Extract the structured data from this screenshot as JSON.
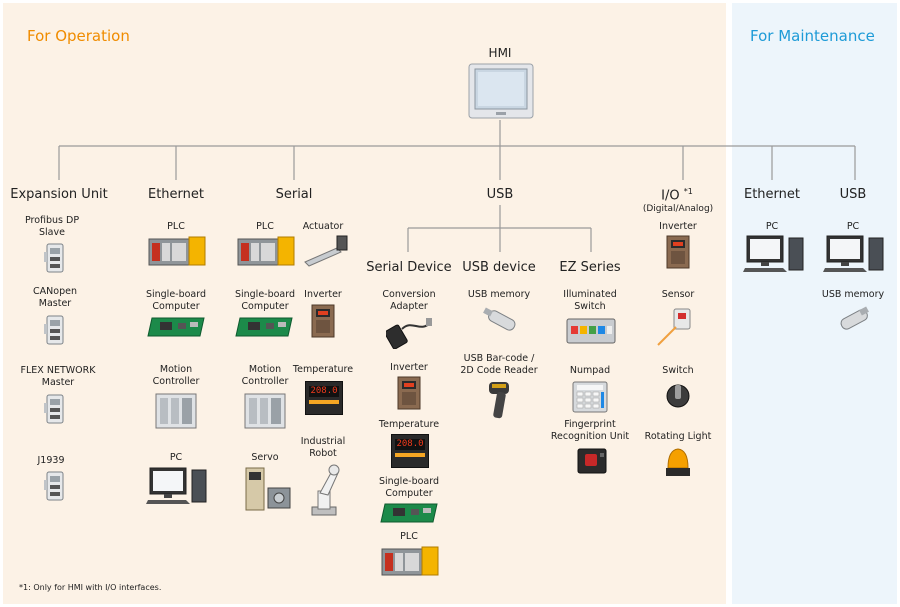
{
  "sections": {
    "operation": "For Operation",
    "maintenance": "For Maintenance"
  },
  "root": "HMI",
  "branches": {
    "expansion": "Expansion Unit",
    "ethernet": "Ethernet",
    "serial": "Serial",
    "usb": "USB",
    "io": "I/O",
    "io_mark": "*1",
    "io_sub": "(Digital/Analog)",
    "m_ethernet": "Ethernet",
    "m_usb": "USB"
  },
  "usb_sub": {
    "serial_device": "Serial Device",
    "usb_device": "USB device",
    "ez_series": "EZ Series"
  },
  "devices": {
    "profibus": [
      "Profibus DP",
      "Slave"
    ],
    "canopen": [
      "CANopen",
      "Master"
    ],
    "flex": [
      "FLEX NETWORK",
      "Master"
    ],
    "j1939": "J1939",
    "eth_plc": "PLC",
    "eth_sbc": [
      "Single-board",
      "Computer"
    ],
    "eth_motion": [
      "Motion",
      "Controller"
    ],
    "eth_pc": "PC",
    "ser_plc": "PLC",
    "ser_actuator": "Actuator",
    "ser_sbc": [
      "Single-board",
      "Computer"
    ],
    "ser_inverter": "Inverter",
    "ser_motion": [
      "Motion",
      "Controller"
    ],
    "ser_temp": "Temperature",
    "ser_servo": "Servo",
    "ser_robot": [
      "Industrial",
      "Robot"
    ],
    "sd_conv": [
      "Conversion",
      "Adapter"
    ],
    "sd_inverter": "Inverter",
    "sd_temp": "Temperature",
    "sd_sbc": [
      "Single-board",
      "Computer"
    ],
    "sd_plc": "PLC",
    "ud_mem": "USB memory",
    "ud_bar": [
      "USB Bar-code /",
      "2D Code Reader"
    ],
    "ez_switch": [
      "Illuminated",
      "Switch"
    ],
    "ez_numpad": "Numpad",
    "ez_finger": [
      "Fingerprint",
      "Recognition Unit"
    ],
    "io_inverter": "Inverter",
    "io_sensor": "Sensor",
    "io_switch": "Switch",
    "io_light": "Rotating Light",
    "m_eth_pc": "PC",
    "m_usb_pc": "PC",
    "m_usb_mem": "USB memory"
  },
  "temp_display": "208.0",
  "footnote": "*1: Only for HMI with I/O interfaces."
}
